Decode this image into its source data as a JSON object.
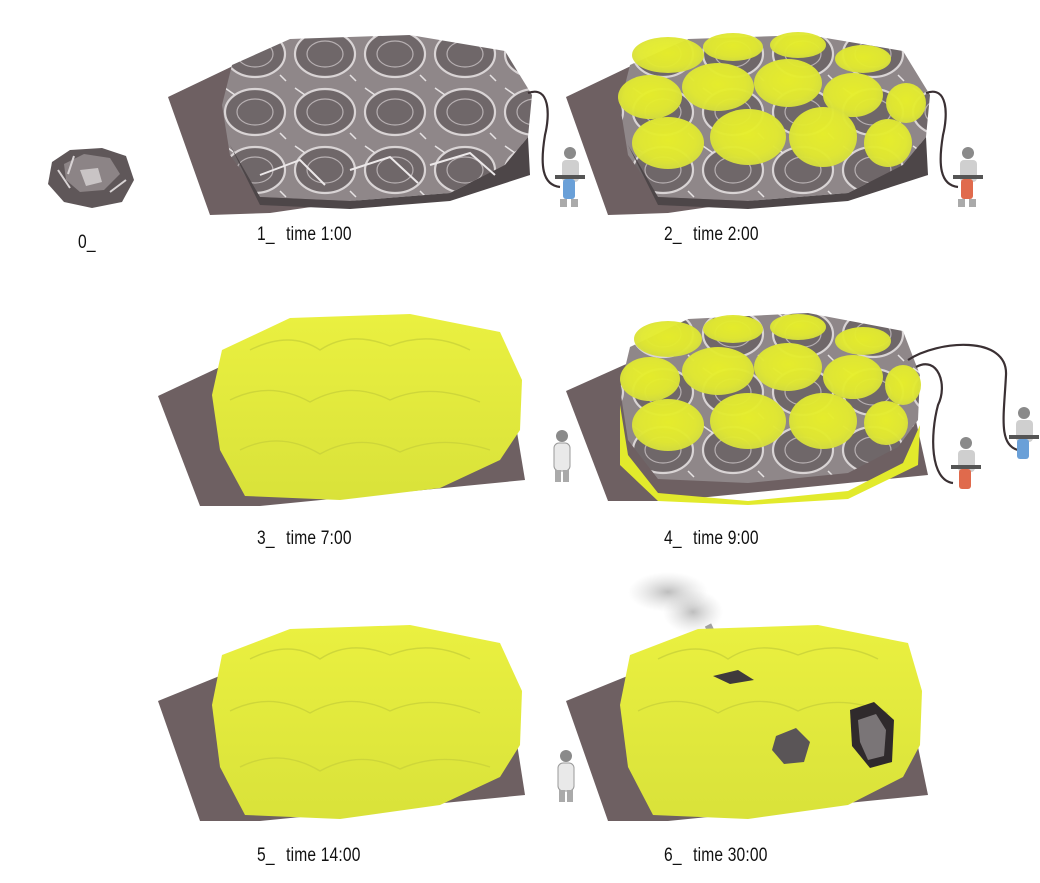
{
  "colors": {
    "shadow": "#6e6062",
    "membrane_gray": "#8d8587",
    "membrane_dark": "#5c5557",
    "foam_yellow": "#e4ec2c",
    "foam_light": "#eef46a",
    "hose": "#3a3033",
    "tank_blue": "#6aa0d8",
    "tank_red": "#e06a4c",
    "smoke": "#9a9a9a"
  },
  "steps": [
    {
      "number": "0_",
      "time": ""
    },
    {
      "number": "1_",
      "time": "time 1:00"
    },
    {
      "number": "2_",
      "time": "time 2:00"
    },
    {
      "number": "3_",
      "time": "time 7:00"
    },
    {
      "number": "4_",
      "time": "time 9:00"
    },
    {
      "number": "5_",
      "time": "time 14:00"
    },
    {
      "number": "6_",
      "time": "time 30:00"
    }
  ]
}
